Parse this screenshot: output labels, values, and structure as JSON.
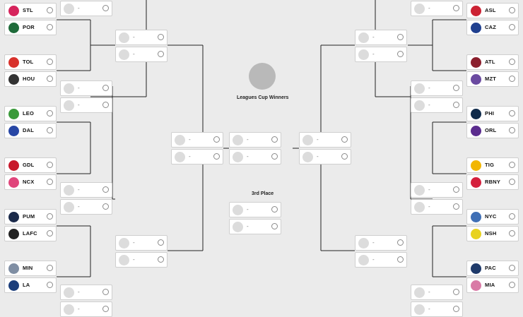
{
  "bracket": {
    "winners_label": "Leagues Cup Winners",
    "third_place_label": "3rd Place",
    "placeholder_text": "-",
    "left_teams": [
      {
        "abbr": "STL",
        "color": "#d6245c"
      },
      {
        "abbr": "POR",
        "color": "#1f6b3a"
      },
      {
        "abbr": "TOL",
        "color": "#d8312b"
      },
      {
        "abbr": "HOU",
        "color": "#333333"
      },
      {
        "abbr": "LEO",
        "color": "#3a9a3a"
      },
      {
        "abbr": "DAL",
        "color": "#2746a5"
      },
      {
        "abbr": "GDL",
        "color": "#c8182b"
      },
      {
        "abbr": "NCX",
        "color": "#e0457b"
      },
      {
        "abbr": "PUM",
        "color": "#1b2a4a"
      },
      {
        "abbr": "LAFC",
        "color": "#222222"
      },
      {
        "abbr": "MIN",
        "color": "#7f8ea3"
      },
      {
        "abbr": "LA",
        "color": "#1b3d7a"
      }
    ],
    "right_teams": [
      {
        "abbr": "ASL",
        "color": "#cc2233"
      },
      {
        "abbr": "CAZ",
        "color": "#1f3f8f"
      },
      {
        "abbr": "ATL",
        "color": "#8a1e2c"
      },
      {
        "abbr": "MZT",
        "color": "#6a4aa0"
      },
      {
        "abbr": "PHI",
        "color": "#0f2a4a"
      },
      {
        "abbr": "ORL",
        "color": "#5b2c8e"
      },
      {
        "abbr": "TIG",
        "color": "#f2b600"
      },
      {
        "abbr": "RBNY",
        "color": "#d41f3c"
      },
      {
        "abbr": "NYC",
        "color": "#3f6fb5"
      },
      {
        "abbr": "NSH",
        "color": "#e8d21f"
      },
      {
        "abbr": "PAC",
        "color": "#1f3a6a"
      },
      {
        "abbr": "MIA",
        "color": "#d97aa6"
      }
    ]
  },
  "colors": {
    "background": "#ebebeb",
    "line": "#222222",
    "placeholder": "#dcdcdc",
    "trophy": "#b9b9b9"
  }
}
